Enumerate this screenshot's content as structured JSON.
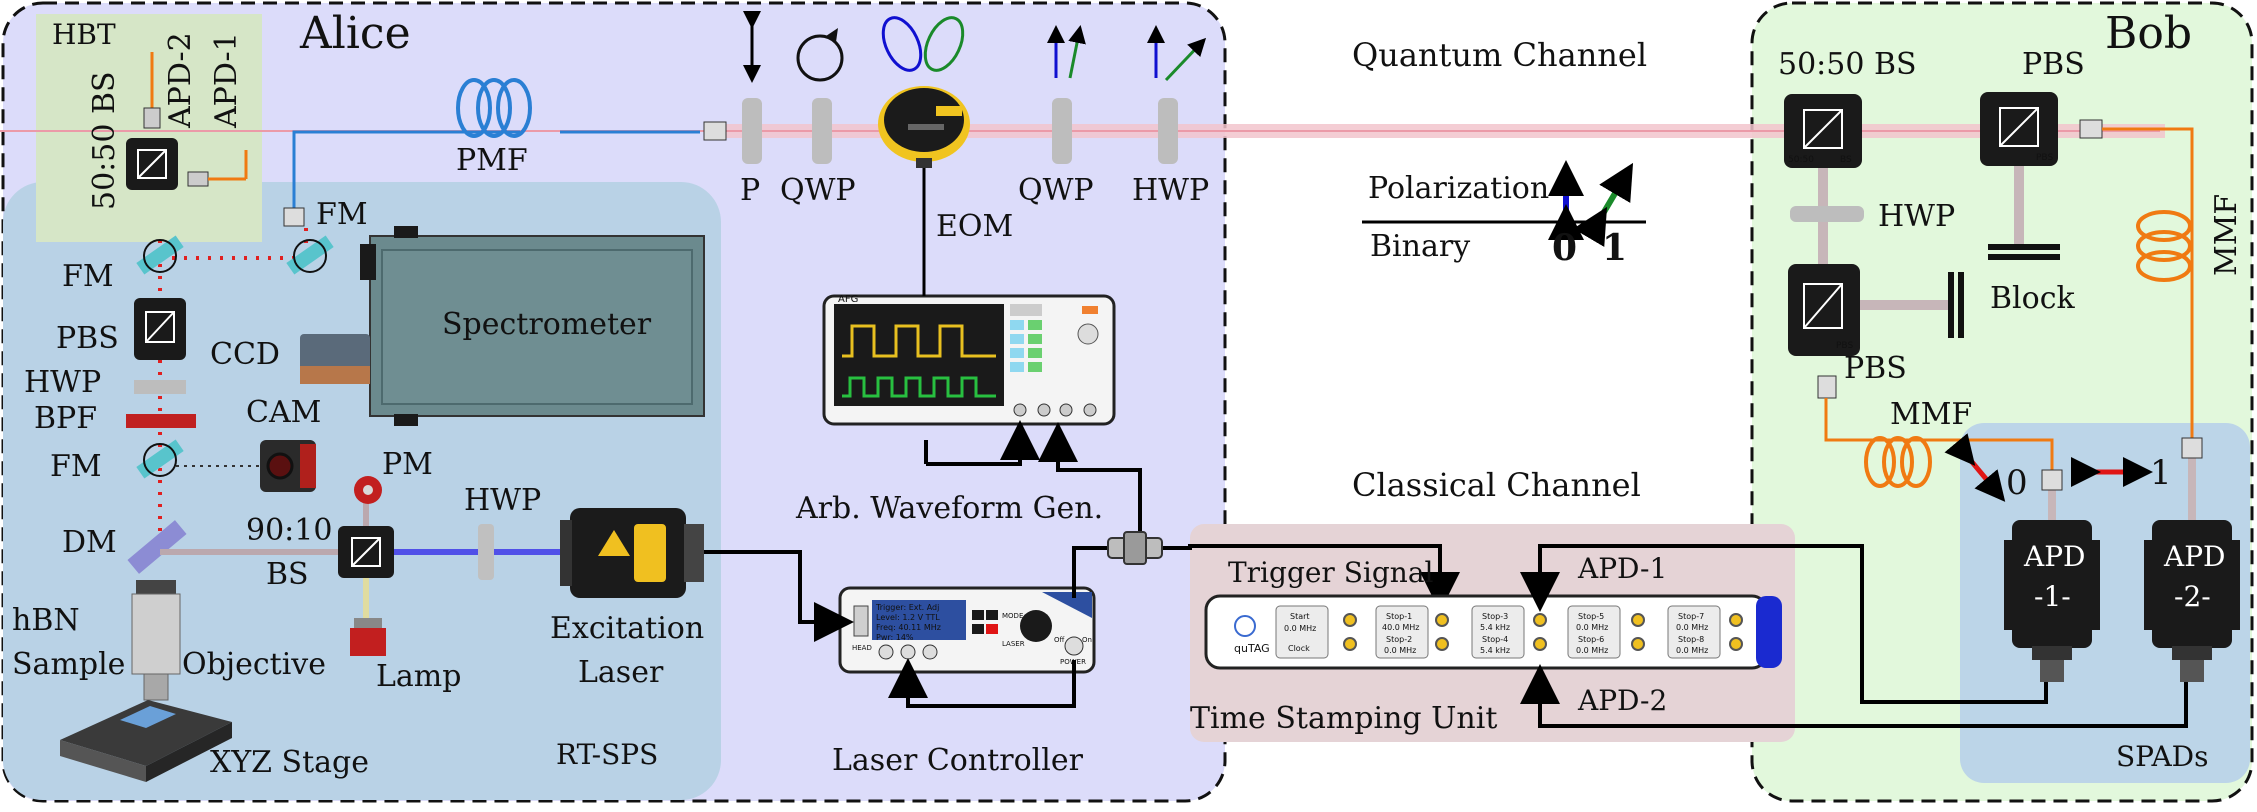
{
  "alice": {
    "title": "Alice",
    "rtsps_label": "RT-SPS",
    "hbt_label": "HBT",
    "apd2_label": "APD-2",
    "apd1_label": "APD-1",
    "bs5050_label": "50:50 BS",
    "fm_top_label": "FM",
    "fm_left_label": "FM",
    "fm_mid_label": "FM",
    "pbs_label": "PBS",
    "hwp_label": "HWP",
    "bpf_label": "BPF",
    "dm_label": "DM",
    "cam_label": "CAM",
    "pm_label": "PM",
    "ccd_label": "CCD",
    "spectrometer_label": "Spectrometer",
    "bs9010_label_top": "90:10",
    "bs9010_label_bottom": "BS",
    "hwp2_label": "HWP",
    "lamp_label": "Lamp",
    "sample_label_1": "hBN",
    "sample_label_2": "Sample",
    "objective_label": "Objective",
    "stage_label": "XYZ Stage",
    "excitation_label_1": "Excitation",
    "excitation_label_2": "Laser",
    "pmf_label": "PMF",
    "p_label": "P",
    "qwp1_label": "QWP",
    "eom_label": "EOM",
    "qwp2_label": "QWP",
    "hwp3_label": "HWP",
    "awg_label": "Arb. Waveform Gen.",
    "awg_brand": "AFG",
    "laser_ctrl_label": "Laser Controller",
    "laser_ctrl_screen": [
      "Trigger: Ext. Adj",
      "Level: 1.2 V TTL",
      "Freq: 40.11 MHz",
      "Pwr: 14%"
    ],
    "laser_ctrl_head": "HEAD",
    "laser_ctrl_mode": "MODE",
    "laser_ctrl_laser": "LASER",
    "laser_ctrl_power": "POWER",
    "laser_ctrl_off": "Off",
    "laser_ctrl_on": "On"
  },
  "center": {
    "quantum_channel": "Quantum Channel",
    "classical_channel": "Classical Channel",
    "polarization_label": "Polarization",
    "binary_label": "Binary",
    "binary_0": "0",
    "binary_1": "1",
    "trigger_signal": "Trigger Signal",
    "apd1_line": "APD-1",
    "apd2_line": "APD-2",
    "time_stamping": "Time Stamping Unit",
    "qutag_brand": "quTAG",
    "qutag_boxes": [
      [
        "Start",
        "0.0 MHz",
        "Clock"
      ],
      [
        "Stop-1",
        "40.0 MHz",
        "Stop-2",
        "0.0 MHz"
      ],
      [
        "Stop-3",
        "5.4 kHz",
        "Stop-4",
        "5.4 kHz"
      ],
      [
        "Stop-5",
        "0.0 MHz",
        "Stop-6",
        "0.0 MHz"
      ],
      [
        "Stop-7",
        "0.0 MHz",
        "Stop-8",
        "0.0 MHz"
      ]
    ]
  },
  "bob": {
    "title": "Bob",
    "bs5050_label": "50:50 BS",
    "pbs_top_label": "PBS",
    "hwp_label": "HWP",
    "block_label": "Block",
    "pbs_bottom_label": "PBS",
    "mmf_right_label": "MMF",
    "mmf_bottom_label": "MMF",
    "zero_label": "0",
    "one_label": "1",
    "apd1_line1": "APD",
    "apd1_line2": "-1-",
    "apd2_line1": "APD",
    "apd2_line2": "-2-",
    "spads_label": "SPADs",
    "bs_small": "BS",
    "bs_ratio_small": "50:50",
    "pbs_small": "PBS"
  },
  "colors": {
    "alice_bg": "#dcdcfa",
    "rtsps_bg": "#b9d2e6",
    "hbt_bg": "#d6e6c7",
    "bob_bg": "#e2f8dc",
    "spads_bg": "#bcd5e8",
    "classical_bg": "#e5d3d6",
    "fiber_blue": "#2a7fd4",
    "fiber_orange": "#f07a12",
    "beam_pink": "#f2c4cc",
    "laser_blue": "#5050e8",
    "red_dot": "#e02020",
    "arrow_blue": "#1010d0",
    "arrow_green": "#1a8a2a",
    "arrow_red": "#e01515"
  }
}
